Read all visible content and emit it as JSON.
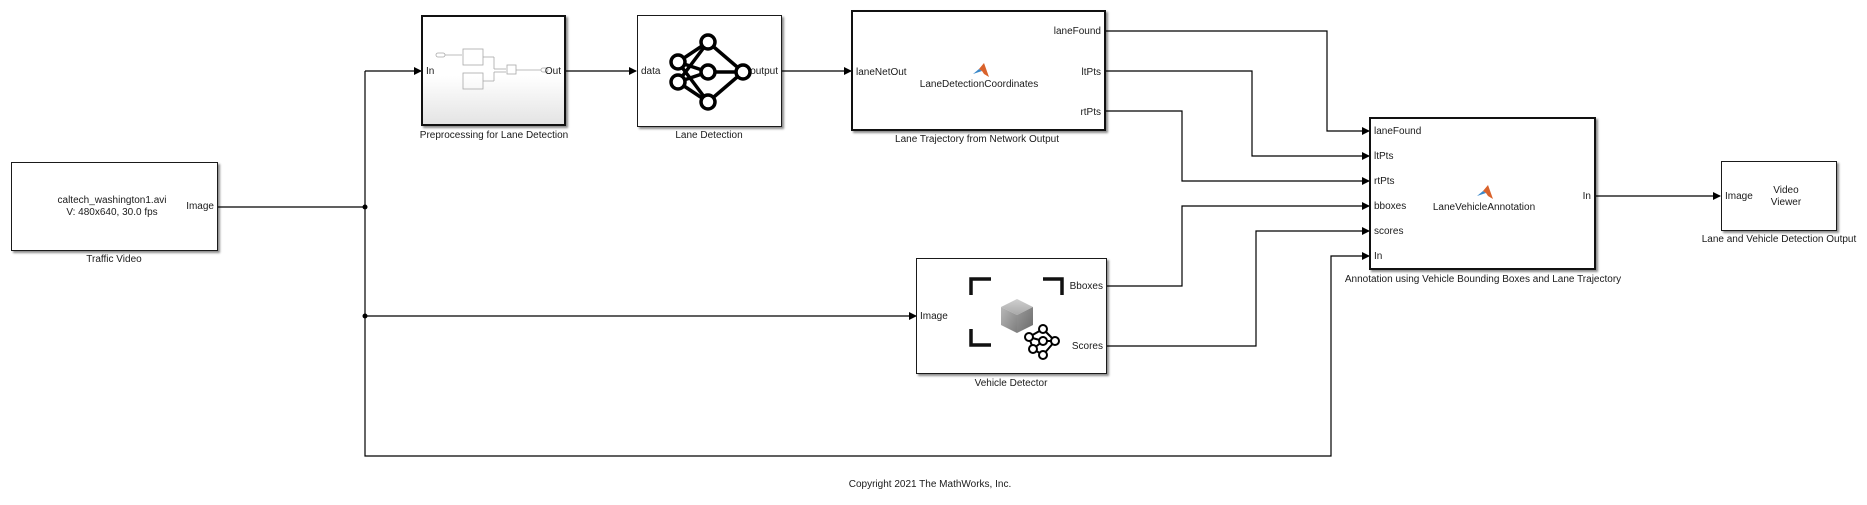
{
  "diagram": {
    "type": "simulink-model",
    "copyright": "Copyright 2021 The MathWorks, Inc.",
    "blocks": {
      "traffic_video": {
        "caption": "Traffic Video",
        "line1": "caltech_washington1.avi",
        "line2": "V: 480x640, 30.0 fps",
        "out_port": "Image"
      },
      "preprocessing": {
        "caption": "Preprocessing for Lane Detection",
        "in_port": "In",
        "out_port": "Out"
      },
      "lane_detection": {
        "caption": "Lane Detection",
        "in_port": "data",
        "out_port": "output"
      },
      "lane_trajectory": {
        "caption": "Lane Trajectory from Network Output",
        "function_name": "LaneDetectionCoordinates",
        "in_port": "laneNetOut",
        "out_ports": [
          "laneFound",
          "ltPts",
          "rtPts"
        ]
      },
      "vehicle_detector": {
        "caption": "Vehicle Detector",
        "in_port": "Image",
        "out_ports": [
          "Bboxes",
          "Scores"
        ]
      },
      "annotation": {
        "caption": "Annotation using Vehicle Bounding Boxes and Lane Trajectory",
        "function_name": "LaneVehicleAnnotation",
        "in_ports": [
          "laneFound",
          "ltPts",
          "rtPts",
          "bboxes",
          "scores",
          "In"
        ],
        "out_port": "In"
      },
      "video_viewer": {
        "caption": "Lane and Vehicle Detection Output",
        "line1": "Video",
        "line2": "Viewer",
        "in_port": "Image"
      }
    },
    "connections": [
      {
        "from": "Traffic Video.Image",
        "to": "Preprocessing for Lane Detection.In"
      },
      {
        "from": "Traffic Video.Image",
        "to": "Vehicle Detector.Image"
      },
      {
        "from": "Traffic Video.Image",
        "to": "Annotation.In"
      },
      {
        "from": "Preprocessing for Lane Detection.Out",
        "to": "Lane Detection.data"
      },
      {
        "from": "Lane Detection.output",
        "to": "Lane Trajectory.laneNetOut"
      },
      {
        "from": "Lane Trajectory.laneFound",
        "to": "Annotation.laneFound"
      },
      {
        "from": "Lane Trajectory.ltPts",
        "to": "Annotation.ltPts"
      },
      {
        "from": "Lane Trajectory.rtPts",
        "to": "Annotation.rtPts"
      },
      {
        "from": "Vehicle Detector.Bboxes",
        "to": "Annotation.bboxes"
      },
      {
        "from": "Vehicle Detector.Scores",
        "to": "Annotation.scores"
      },
      {
        "from": "Annotation.In",
        "to": "Video Viewer.Image"
      }
    ],
    "colors": {
      "wire": "#000000",
      "matlab_icon_orange": "#d9622b",
      "matlab_icon_blue": "#3a88c9"
    }
  }
}
